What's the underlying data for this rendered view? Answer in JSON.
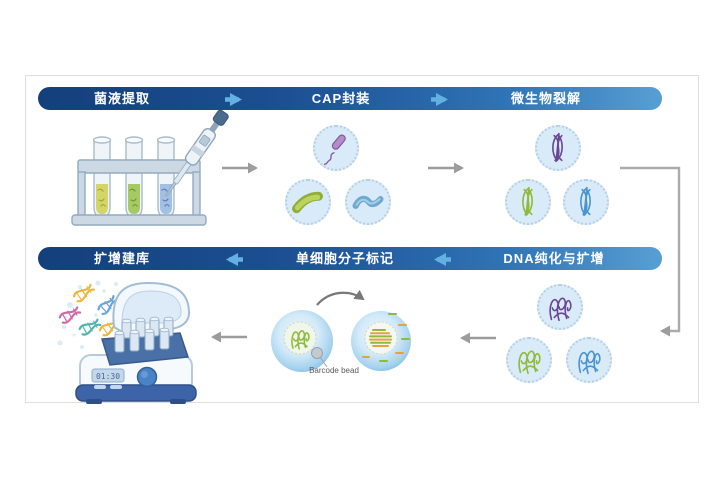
{
  "flow": {
    "row1": {
      "direction": "right",
      "steps": [
        {
          "label": "菌液提取",
          "icon": "test-tube-rack-pipette-icon"
        },
        {
          "label": "CAP封装",
          "icon": "encapsulated-bacteria-icon"
        },
        {
          "label": "微生物裂解",
          "icon": "lysed-dna-capsule-icon"
        }
      ]
    },
    "row2": {
      "direction": "left",
      "steps": [
        {
          "label": "扩增建库",
          "icon": "thermal-cycler-icon"
        },
        {
          "label": "单细胞分子标记",
          "icon": "droplet-barcode-icon"
        },
        {
          "label": "DNA纯化与扩增",
          "icon": "purified-dna-capsule-icon"
        }
      ]
    },
    "annotations": {
      "barcode_bead_label": "Barcode bead"
    },
    "device": {
      "display_value": "01:30"
    }
  },
  "icons": {
    "step_arrow_right": "right-arrow-icon",
    "step_arrow_left": "left-arrow-icon",
    "row_connector": "down-connector-arrow-icon",
    "barcode_bead": "barcode-bead-icon",
    "curved_transfer_arrow": "curved-arrow-icon"
  },
  "colors": {
    "banner_dark": "#143f7b",
    "banner_light": "#579fd3",
    "banner_arrow_blue": "#63b1e3",
    "capsule_fill": "#d9eaf8",
    "capsule_border": "#b5cfe6",
    "dna_purple": "#6b4796",
    "dna_green": "#8fba3c",
    "dna_blue": "#4a94d0",
    "stripe_green": "#8fba3c",
    "stripe_orange": "#e8a23c",
    "gray_arrow": "#9c9c9c",
    "droplet_blue": "#7db9e2"
  }
}
